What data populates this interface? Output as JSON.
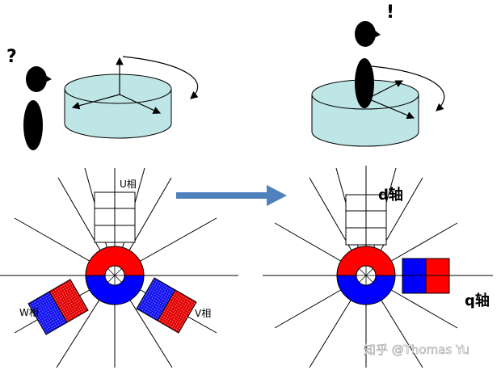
{
  "left_panel": {
    "person_mark": "?",
    "u_phase_label": "U相",
    "v_phase_label": "V相",
    "w_phase_label": "W相"
  },
  "right_panel": {
    "person_mark": "!",
    "d_axis_label": "d轴",
    "q_axis_label": "q轴"
  },
  "watermark": "知乎 @Thomas Yu",
  "colors": {
    "platter_fill": "#bfe6e6",
    "magnet_red": "#ff0000",
    "magnet_blue": "#0000ff",
    "arrow_blue": "#4f81bd",
    "figure_black": "#000000"
  }
}
